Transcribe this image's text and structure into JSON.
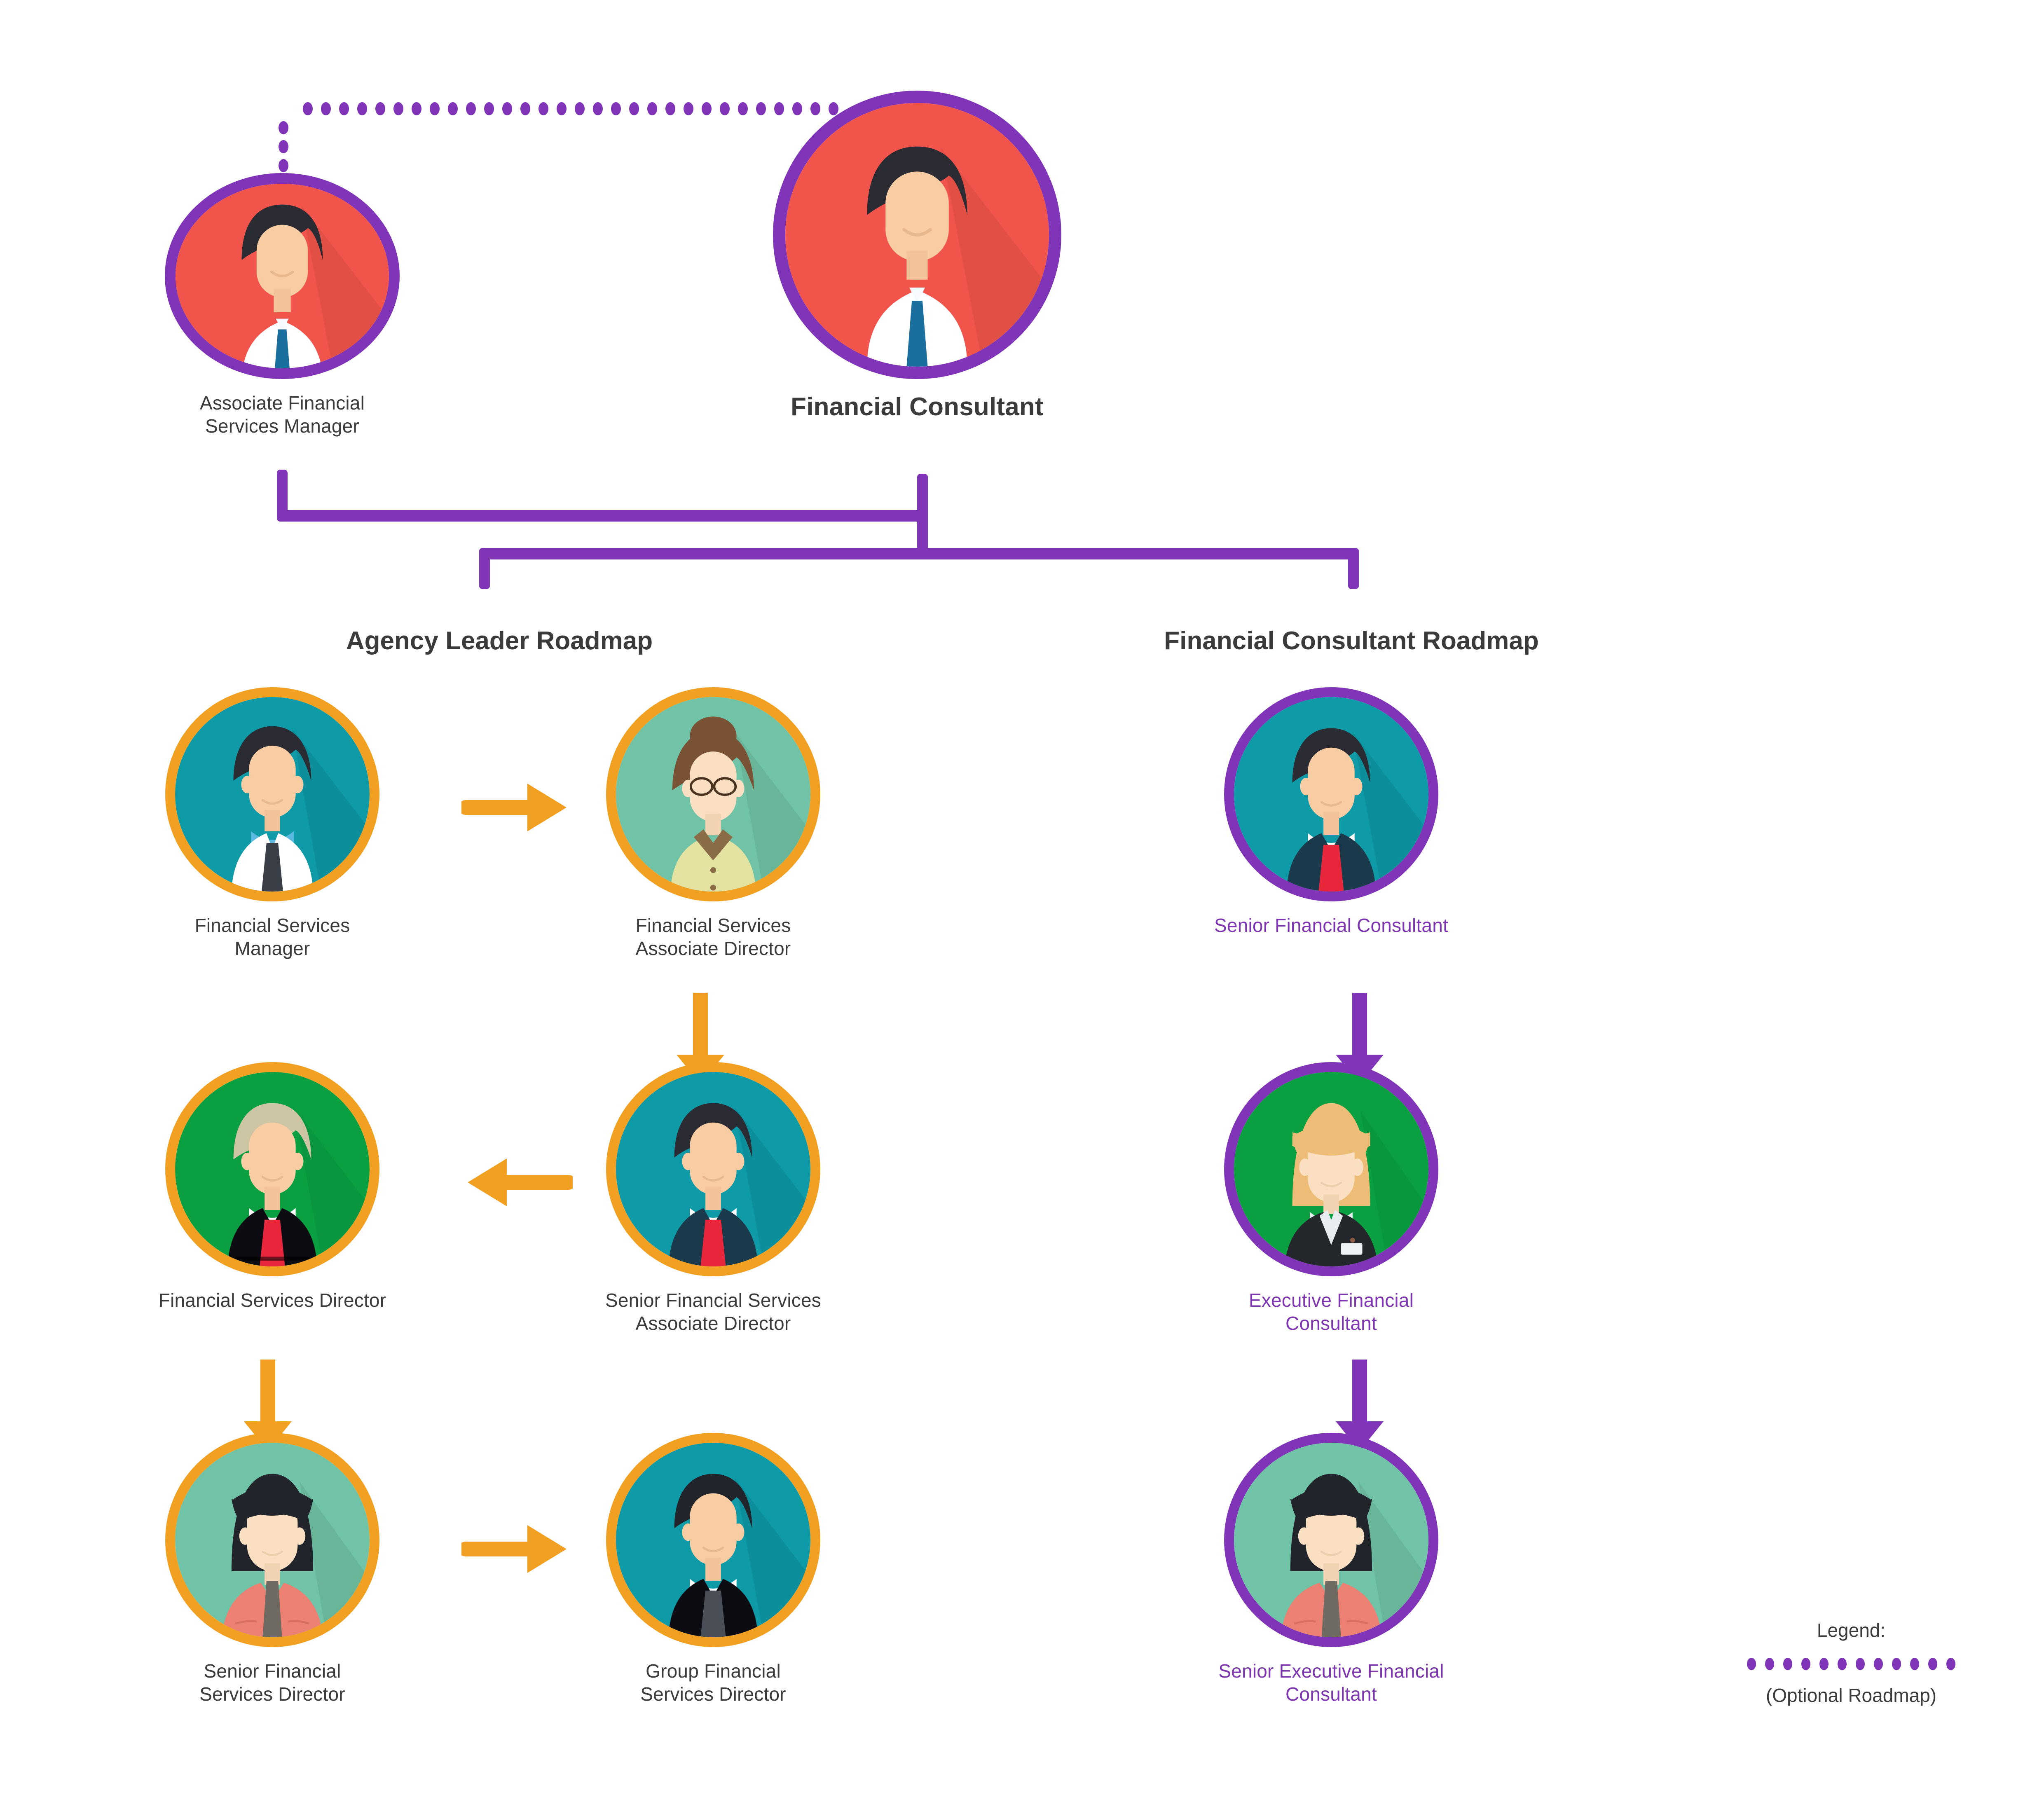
{
  "diagram": {
    "title_top_left": "Associate Financial Services Manager",
    "title_top_right": "Financial Consultant",
    "section_left": "Agency Leader Roadmap",
    "section_right": "Financial Consultant Roadmap"
  },
  "colors": {
    "purple": "#8034b8",
    "purple_text": "#7d35b0",
    "orange": "#f2a022",
    "red_bg": "#f0544a",
    "teal_bg": "#0e9aa7",
    "mint_bg": "#70c3a6",
    "green_bg": "#0aa042",
    "dark_text": "#3b3b3b"
  },
  "top_nodes": [
    {
      "id": "associate-financial-services-manager",
      "label": "Associate Financial Services Manager",
      "ring": "purple",
      "bg": "red",
      "avatar": "man-white-shirt-blue-tie",
      "bold": false
    },
    {
      "id": "financial-consultant",
      "label": "Financial Consultant",
      "ring": "purple",
      "bg": "red",
      "avatar": "man-white-shirt-blue-tie",
      "bold": true
    }
  ],
  "agency_leader_roadmap": [
    {
      "id": "financial-services-manager",
      "label": "Financial Services Manager",
      "ring": "orange",
      "bg": "teal",
      "avatar": "man-labcoat-blue-shirt-dark-tie"
    },
    {
      "id": "financial-services-associate-director",
      "label": "Financial Services Associate Director",
      "ring": "orange",
      "bg": "mint",
      "avatar": "woman-bun-glasses-yellow-shirt"
    },
    {
      "id": "senior-financial-services-associate-director",
      "label": "Senior Financial Services\nAssociate Director",
      "ring": "orange",
      "bg": "teal",
      "avatar": "man-dark-suit-red-tie"
    },
    {
      "id": "financial-services-director",
      "label": "Financial Services Director",
      "ring": "orange",
      "bg": "green",
      "avatar": "man-blond-black-suit-red-tie"
    },
    {
      "id": "senior-financial-services-director",
      "label": "Senior Financial\nServices Director",
      "ring": "orange",
      "bg": "mint",
      "avatar": "woman-longhair-pink-blazer"
    },
    {
      "id": "group-financial-services-director",
      "label": "Group Financial\nServices Director",
      "ring": "orange",
      "bg": "teal",
      "avatar": "man-black-suit-white-shirt"
    }
  ],
  "financial_consultant_roadmap": [
    {
      "id": "senior-financial-consultant",
      "label": "Senior Financial Consultant",
      "ring": "purple",
      "bg": "teal",
      "avatar": "man-dark-suit-red-tie"
    },
    {
      "id": "executive-financial-consultant",
      "label": "Executive Financial Consultant",
      "ring": "purple",
      "bg": "green",
      "avatar": "woman-blonde-black-blazer-badge"
    },
    {
      "id": "senior-executive-financial-consultant",
      "label": "Senior Executive Financial\nConsultant",
      "ring": "purple",
      "bg": "mint",
      "avatar": "woman-longhair-pink-blazer"
    }
  ],
  "legend": {
    "title": "Legend:",
    "caption": "(Optional Roadmap)",
    "dot_count": 12,
    "dot_color": "#8034b8"
  }
}
